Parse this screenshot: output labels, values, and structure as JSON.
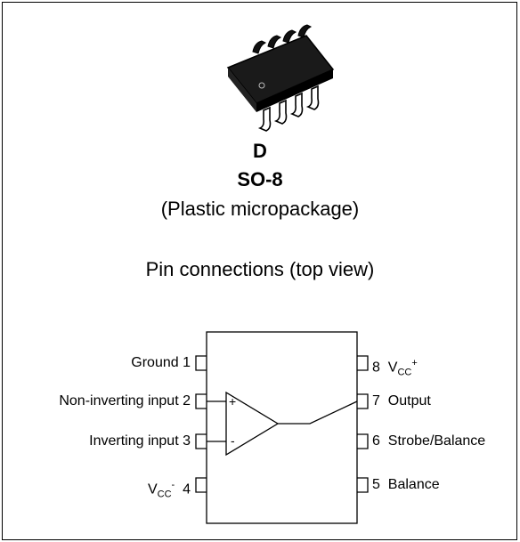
{
  "package": {
    "letter": "D",
    "name": "SO-8",
    "description": "(Plastic micropackage)"
  },
  "pin_section": {
    "title": "Pin connections (top view)"
  },
  "pins": {
    "p1": {
      "number": "1",
      "label": "Ground"
    },
    "p2": {
      "number": "2",
      "label": "Non-inverting input"
    },
    "p3": {
      "number": "3",
      "label": "Inverting input"
    },
    "p4": {
      "number": "4",
      "label_main": "V",
      "label_sub": "CC",
      "label_sup": "-"
    },
    "p5": {
      "number": "5",
      "label": "Balance"
    },
    "p6": {
      "number": "6",
      "label": "Strobe/Balance"
    },
    "p7": {
      "number": "7",
      "label": "Output"
    },
    "p8": {
      "number": "8",
      "label_main": "V",
      "label_sub": "CC",
      "label_sup": "+"
    }
  },
  "opamp": {
    "plus_sign": "+",
    "minus_sign": "-"
  }
}
